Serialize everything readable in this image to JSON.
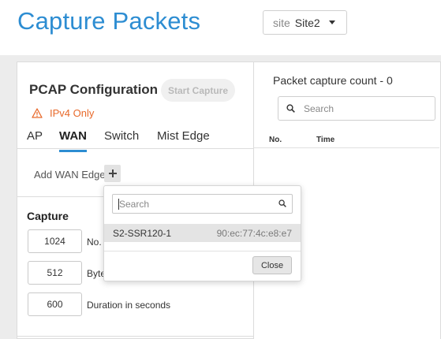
{
  "page": {
    "title": "Capture Packets",
    "site_selector": {
      "label": "site",
      "value": "Site2"
    }
  },
  "pcap": {
    "title": "PCAP Configuration",
    "start_button": "Start Capture",
    "warning": "IPv4 Only",
    "tabs": [
      {
        "label": "AP",
        "active": false
      },
      {
        "label": "WAN",
        "active": true
      },
      {
        "label": "Switch",
        "active": false
      },
      {
        "label": "Mist Edge",
        "active": false
      }
    ],
    "add_wan_edge": "Add WAN Edge",
    "add_icon": "plus-icon"
  },
  "capture": {
    "title": "Capture",
    "fields": [
      {
        "value": "1024",
        "label": "No."
      },
      {
        "value": "512",
        "label": "Byte"
      },
      {
        "value": "600",
        "label": "Duration in seconds"
      }
    ]
  },
  "packet_panel": {
    "count_label": "Packet capture count - 0",
    "search_placeholder": "Search",
    "columns": [
      "No.",
      "Time"
    ]
  },
  "dropdown": {
    "search_placeholder": "Search",
    "items": [
      {
        "name": "S2-SSR120-1",
        "mac": "90:ec:77:4c:e8:e7"
      }
    ],
    "close_label": "Close"
  },
  "colors": {
    "accent": "#2d8dd2",
    "warning": "#e8692a"
  }
}
